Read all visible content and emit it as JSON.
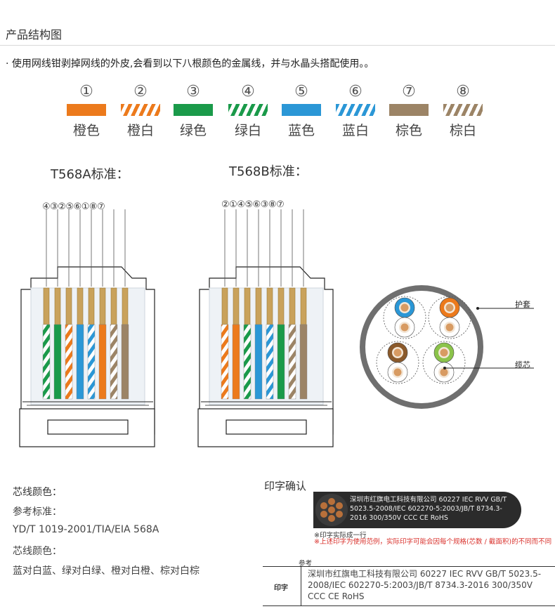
{
  "section_title": "产品结构图",
  "intro": "· 使用网线钳剥掉网线的外皮,会看到以下八根颜色的金属线，并与水晶头搭配使用。。",
  "wires": [
    {
      "num": "①",
      "label": "橙色",
      "color": "#ec7a1c",
      "striped": false
    },
    {
      "num": "②",
      "label": "橙白",
      "color": "#ec7a1c",
      "striped": true
    },
    {
      "num": "③",
      "label": "绿色",
      "color": "#1a9a4a",
      "striped": false
    },
    {
      "num": "④",
      "label": "绿白",
      "color": "#1a9a4a",
      "striped": true
    },
    {
      "num": "⑤",
      "label": "蓝色",
      "color": "#2b97d6",
      "striped": false
    },
    {
      "num": "⑥",
      "label": "蓝白",
      "color": "#2b97d6",
      "striped": true
    },
    {
      "num": "⑦",
      "label": "棕色",
      "color": "#9c8466",
      "striped": false
    },
    {
      "num": "⑧",
      "label": "棕白",
      "color": "#9c8466",
      "striped": true
    }
  ],
  "t568a": {
    "title": "T568A标准：",
    "order": "④③②⑤⑥①⑧⑦"
  },
  "t568b": {
    "title": "T568B标准：",
    "order": "②①④⑤⑥③⑧⑦"
  },
  "cross_section": {
    "jacket_label": "护套",
    "core_label": "缆芯"
  },
  "info": {
    "core_color_heading": "芯线颜色：",
    "ref_standard_heading": "参考标准：",
    "ref_standard_value": "YD/T 1019-2001/TIA/EIA 568A",
    "core_color_heading2": "芯线颜色：",
    "core_color_value": "蓝对白蓝、绿对白绿、橙对白橙、棕对白棕"
  },
  "print": {
    "title": "印字确认",
    "cable_text": "深圳市红旗电工科技有限公司   60227   IEC   RVV   GB/T 5023.5-2008/IEC 602270-5:2003/JB/T 8734.3-2016 300/350V        CCC     CE    RoHS",
    "note1": "※印字实际成一行",
    "note2": "※上述印字为使用范例，实际印字可能会因每个规格(芯数 / 截面积)的不同而不同",
    "ref_label": "参考",
    "ref_key": "印字",
    "ref_value": "深圳市红旗电工科技有限公司   60227   IEC   RVV   GB/T 5023.5-2008/IEC 602270-5:2003/JB/T 8734.3-2016 300/350V       CCC      CE     RoHS"
  }
}
